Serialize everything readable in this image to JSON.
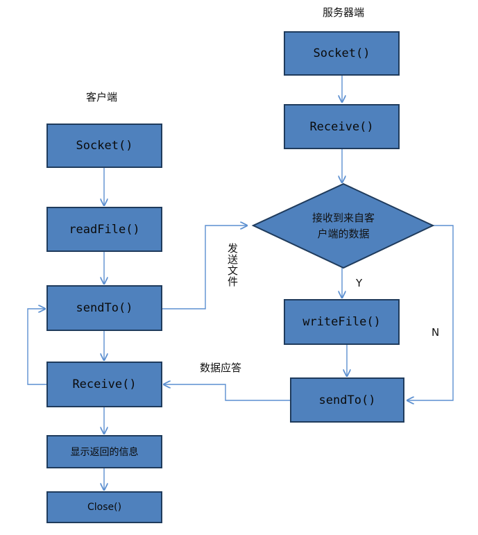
{
  "client": {
    "title": "客户端",
    "steps": [
      "Socket()",
      "readFile()",
      "sendTo()",
      "Receive()",
      "显示返回的信息",
      "Close()"
    ]
  },
  "server": {
    "title": "服务器端",
    "steps": [
      "Socket()",
      "Receive()",
      "writeFile()",
      "sendTo()"
    ],
    "decision_line1": "接收到来自客",
    "decision_line2": "户端的数据"
  },
  "edges": {
    "send_file": "发送文件",
    "data_response": "数据应答",
    "yes": "Y",
    "no": "N"
  },
  "colors": {
    "box_fill": "#4f81bd",
    "box_border": "#1f3b5c",
    "arrow": "#5b8fd0"
  }
}
